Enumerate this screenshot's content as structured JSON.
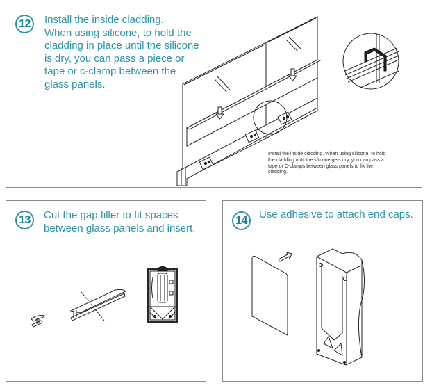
{
  "steps": [
    {
      "number": "12",
      "instruction_lines": [
        "Install the inside cladding.",
        "When using silicone, to hold the",
        "cladding in place until the silicone",
        "is dry, you can pass a piece or",
        "tape or c-clamp between the",
        "glass panels."
      ],
      "caption_lines": [
        "Install the inside cladding. When using silicone, to hold",
        "the cladding until the silicone gets dry, you can pass a",
        "tape or C-clamps between glass panels to fix the",
        "cladding."
      ],
      "illustration": "glass-railing-cladding-installation",
      "detail_illustration": "c-clamp-detail-magnified"
    },
    {
      "number": "13",
      "instruction_lines": [
        "Cut the gap filler to fit spaces",
        "between glass panels and insert."
      ],
      "illustration": "gap-filler-cut-and-insert"
    },
    {
      "number": "14",
      "instruction_lines": [
        "Use adhesive to attach end caps."
      ],
      "illustration": "end-cap-attachment"
    }
  ],
  "colors": {
    "accent": "#2a93a8",
    "border": "#8c8c8c",
    "line_art": "#222222"
  }
}
